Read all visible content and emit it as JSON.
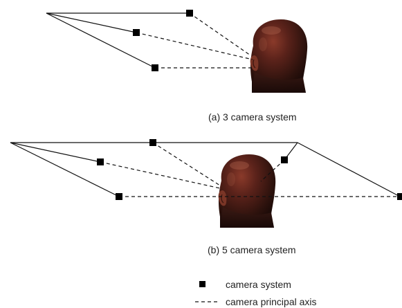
{
  "panel_a": {
    "caption": "(a) 3 camera system"
  },
  "panel_b": {
    "caption": "(b) 5 camera system"
  },
  "legend": {
    "camera_label": "camera system",
    "axis_label": "camera principal axis"
  },
  "colors": {
    "lines": "#111111",
    "camera_marker": "#000000",
    "background": "#ffffff"
  }
}
